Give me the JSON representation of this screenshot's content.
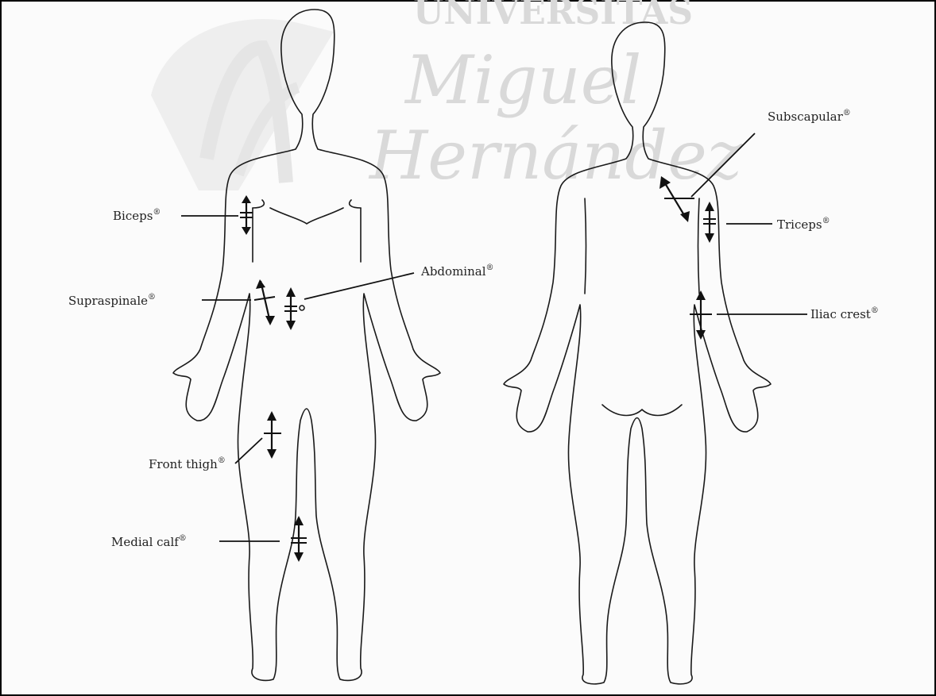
{
  "watermark": {
    "line1": "UNIVERSITAS",
    "line2": "Miguel",
    "line3": "Hernández"
  },
  "labels": {
    "biceps": "Biceps",
    "supraspinale": "Supraspinale",
    "abdominal": "Abdominal",
    "front_thigh": "Front thigh",
    "medial_calf": "Medial calf",
    "subscapular": "Subscapular",
    "triceps": "Triceps",
    "iliac_crest": "Iliac crest"
  },
  "registered_mark": "®"
}
